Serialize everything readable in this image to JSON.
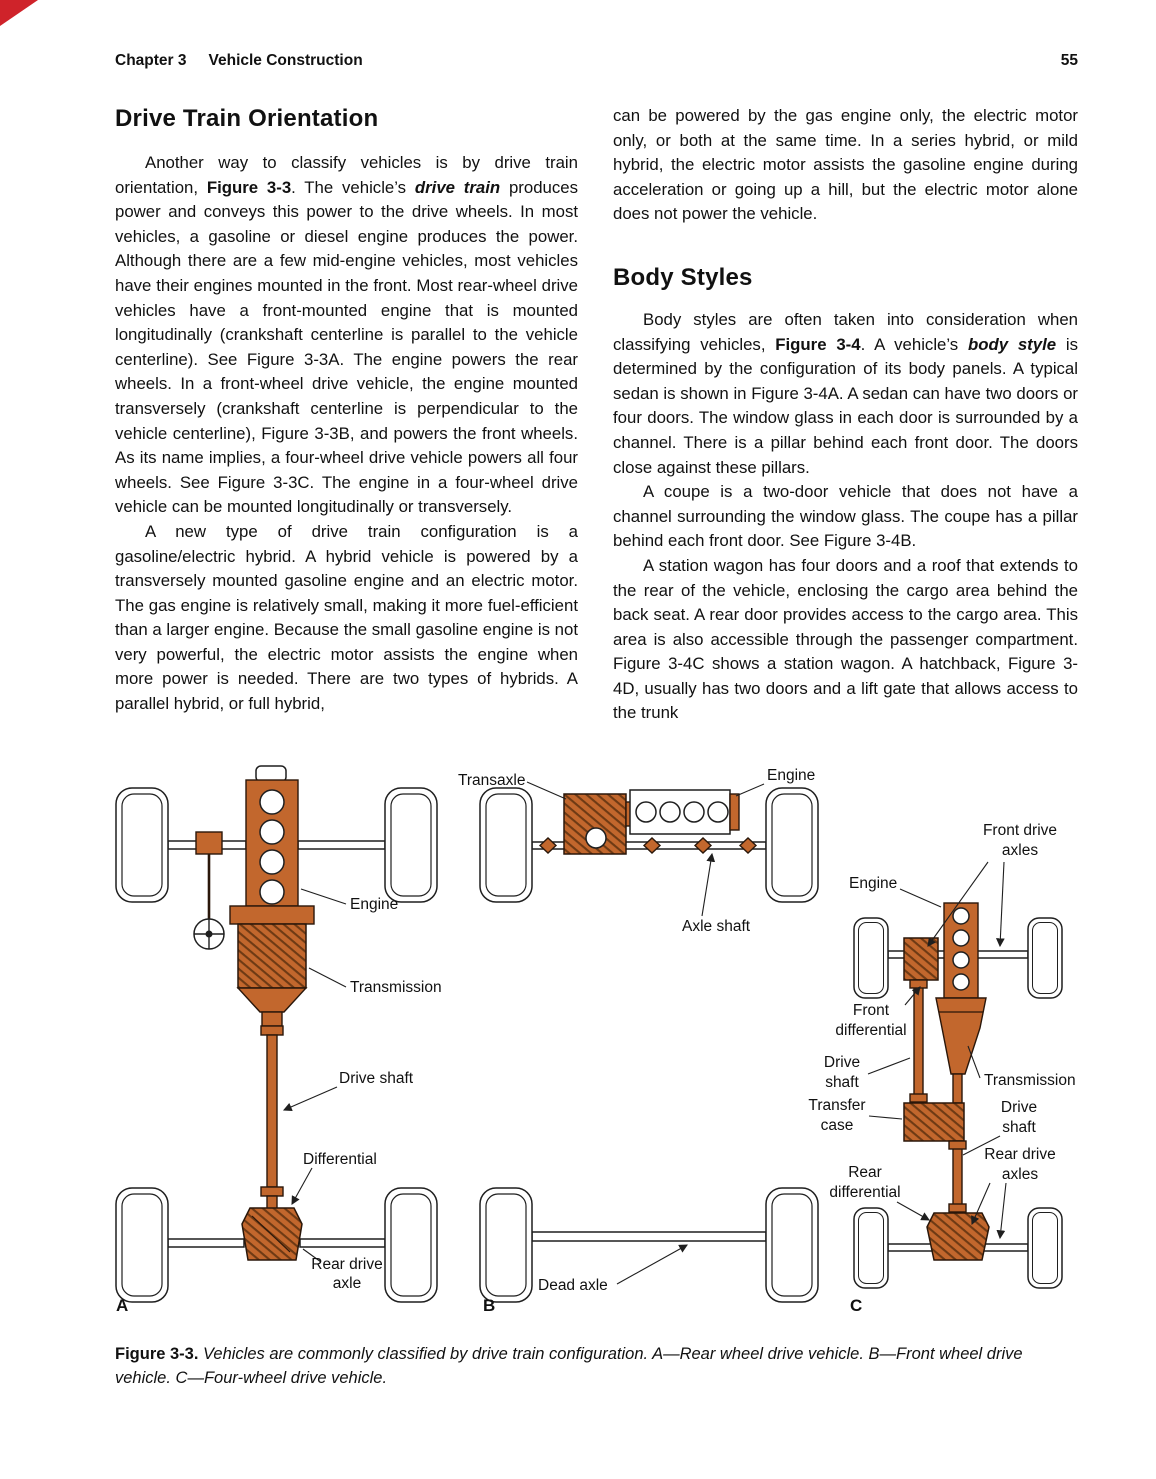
{
  "header": {
    "chapter": "Chapter 3",
    "title": "Vehicle Construction",
    "page_number": "55"
  },
  "left_column": {
    "heading": "Drive Train Orientation",
    "p1": {
      "a": "Another way to classify vehicles is by drive train orientation, ",
      "b": "Figure 3-3",
      "c": ". The vehicle’s ",
      "d": "drive train",
      "e": " produces power and conveys this power to the drive wheels. In most vehicles, a gasoline or diesel engine produces the power. Although there are a few mid-engine vehicles, most vehicles have their engines mounted in the front. Most rear-wheel drive vehicles have a front-mounted engine that is mounted longitudinally (crankshaft centerline is parallel to the vehicle centerline). See Figure 3-3A. The engine powers the rear wheels. In a front-wheel drive vehicle, the engine mounted transversely (crankshaft centerline is perpendicular to the vehicle centerline), Figure 3-3B, and powers the front wheels. As its name implies, a four-wheel drive vehicle powers all four wheels. See Figure 3-3C. The engine in a four-wheel drive vehicle can be mounted longitudinally or transversely."
    },
    "p2": "A new type of drive train configuration is a gasoline/electric hybrid. A hybrid vehicle is powered by a transversely mounted gasoline engine and an electric motor. The gas engine is relatively small, making it more fuel-efficient than a larger engine. Because the small gasoline engine is not very powerful, the electric motor assists the engine when more power is needed. There are two types of hybrids. A parallel hybrid, or full hybrid,"
  },
  "right_column": {
    "p1": "can be powered by the gas engine only, the electric motor only, or both at the same time. In a series hybrid, or mild hybrid, the electric motor assists the gasoline engine during acceleration or going up a hill, but the electric motor alone does not power the vehicle.",
    "heading": "Body Styles",
    "p2": {
      "a": "Body styles are often taken into consideration when classifying vehicles, ",
      "b": "Figure 3-4",
      "c": ". A vehicle’s ",
      "d": "body style",
      "e": " is determined by the configuration of its body panels. A typical sedan is shown in Figure 3-4A. A sedan can have two doors or four doors. The window glass in each door is surrounded by a channel. There is a pillar behind each front door. The doors close against these pillars."
    },
    "p3": "A coupe is a two-door vehicle that does not have a channel surrounding the window glass. The coupe has a pillar behind each front door. See Figure 3-4B.",
    "p4": "A station wagon has four doors and a roof that extends to the rear of the vehicle, enclosing the cargo area behind the back seat. A rear door provides access to the cargo area. This area is also accessible through the passenger compartment. Figure 3-4C shows a station wagon. A hatchback, Figure 3-4D, usually has two doors and a lift gate that allows access to the trunk"
  },
  "figure": {
    "a": {
      "letter": "A",
      "engine": "Engine",
      "transmission": "Transmission",
      "drive_shaft": "Drive shaft",
      "differential": "Differential",
      "rear_drive_axle": [
        "Rear drive",
        "axle"
      ]
    },
    "b": {
      "letter": "B",
      "transaxle": "Transaxle",
      "engine": "Engine",
      "axle_shaft": "Axle shaft",
      "dead_axle": "Dead axle"
    },
    "c": {
      "letter": "C",
      "front_drive_axles": [
        "Front drive",
        "axles"
      ],
      "engine": "Engine",
      "front_differential": [
        "Front",
        "differential"
      ],
      "drive_shaft_front": [
        "Drive",
        "shaft"
      ],
      "transmission": "Transmission",
      "transfer_case": [
        "Transfer",
        "case"
      ],
      "drive_shaft_rear": [
        "Drive",
        "shaft"
      ],
      "rear_drive_axles": [
        "Rear drive",
        "axles"
      ],
      "rear_differential": [
        "Rear",
        "differential"
      ]
    }
  },
  "caption": {
    "label": "Figure 3-3.",
    "text": " Vehicles are commonly classified by drive train configuration. A—Rear wheel drive vehicle. B—Front wheel drive vehicle. C—Four-wheel drive vehicle."
  },
  "colors": {
    "component_orange": "#c2672d",
    "hatch_dark": "#6e3a14",
    "accent_red": "#cf232a"
  }
}
